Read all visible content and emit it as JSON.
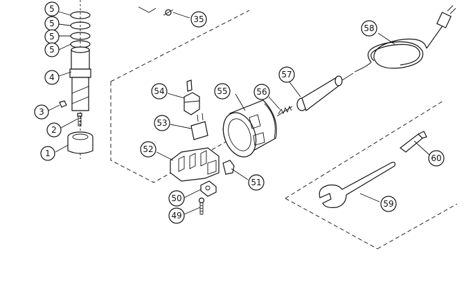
{
  "callouts": [
    {
      "id": "1",
      "label": "1"
    },
    {
      "id": "2",
      "label": "2"
    },
    {
      "id": "3",
      "label": "3"
    },
    {
      "id": "4",
      "label": "4"
    },
    {
      "id": "5a",
      "label": "5"
    },
    {
      "id": "5b",
      "label": "5"
    },
    {
      "id": "5c",
      "label": "5"
    },
    {
      "id": "5d",
      "label": "5"
    },
    {
      "id": "35",
      "label": "35"
    },
    {
      "id": "49",
      "label": "49"
    },
    {
      "id": "50",
      "label": "50"
    },
    {
      "id": "51",
      "label": "51"
    },
    {
      "id": "52",
      "label": "52"
    },
    {
      "id": "53",
      "label": "53"
    },
    {
      "id": "54",
      "label": "54"
    },
    {
      "id": "55",
      "label": "55"
    },
    {
      "id": "56",
      "label": "56"
    },
    {
      "id": "57",
      "label": "57"
    },
    {
      "id": "58",
      "label": "58"
    },
    {
      "id": "59",
      "label": "59"
    },
    {
      "id": "60",
      "label": "60"
    }
  ]
}
